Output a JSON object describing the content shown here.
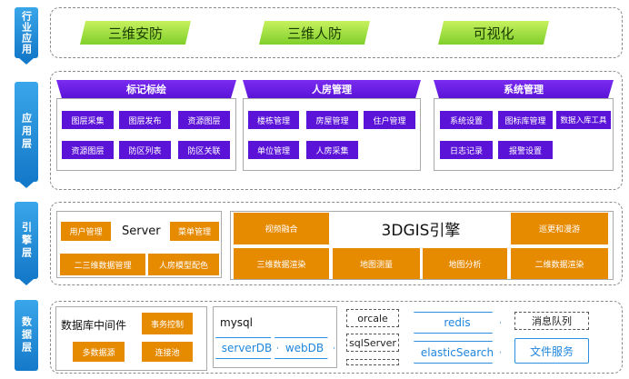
{
  "layers": {
    "industry": "行业应用",
    "application": "应用层",
    "engine": "引擎层",
    "data": "数据层"
  },
  "industry_apps": [
    "三维安防",
    "三维人防",
    "可视化"
  ],
  "application": {
    "groups": [
      {
        "title": "标记标绘",
        "items": [
          "图层采集",
          "图层发布",
          "资源图层",
          "资源图层",
          "防区列表",
          "防区关联"
        ]
      },
      {
        "title": "人房管理",
        "items": [
          "楼栋管理",
          "房屋管理",
          "住户管理",
          "单位管理",
          "人房采集"
        ]
      },
      {
        "title": "系统管理",
        "items": [
          "系统设置",
          "图标库管理",
          "数据入库工具",
          "日志记录",
          "报警设置"
        ]
      }
    ]
  },
  "engine": {
    "server_title": "Server",
    "server_items": [
      "用户管理",
      "菜单管理",
      "二三维数据管理",
      "人房模型配色"
    ],
    "gis_title": "3DGIS引擎",
    "gis_items": [
      "视频融合",
      "巡更和漫游",
      "三维数据渲染",
      "地图测量",
      "地图分析",
      "二维数据渲染"
    ]
  },
  "data": {
    "middleware_title": "数据库中间件",
    "middleware_items": [
      "事务控制",
      "多数据源",
      "连接池"
    ],
    "mysql": "mysql",
    "mysql_items": [
      "serverDB",
      "webDB"
    ],
    "orcale": "orcale",
    "sqlserver": "sqlServer",
    "redis": "redis",
    "elasticsearch": "elasticSearch",
    "mq": "消息队列",
    "file_service": "文件服务"
  },
  "colors": {
    "tab_blue": "#1479c9",
    "green": "#8fd932",
    "purple": "#5b13d8",
    "orange": "#e68a00"
  }
}
